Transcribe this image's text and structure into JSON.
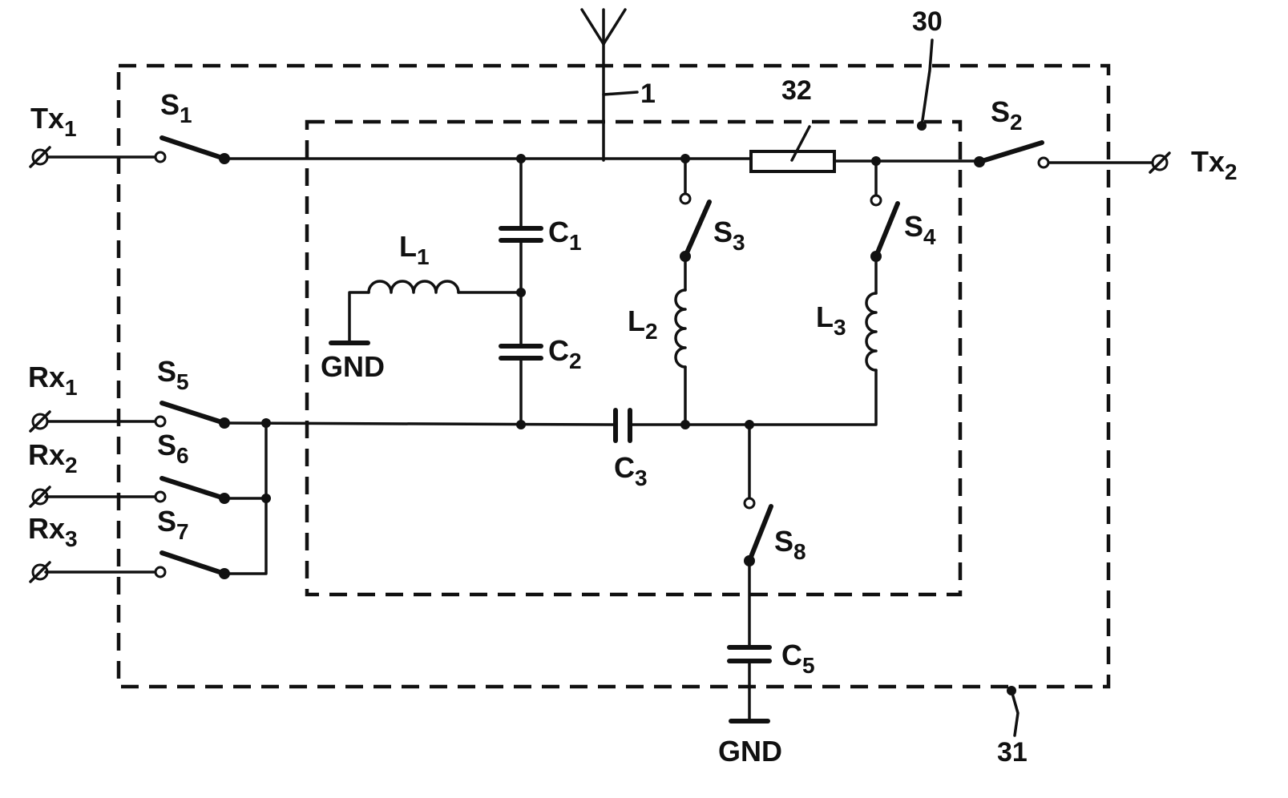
{
  "labels": {
    "tx1": {
      "main": "Tx",
      "sub": "1"
    },
    "tx2": {
      "main": "Tx",
      "sub": "2"
    },
    "rx1": {
      "main": "Rx",
      "sub": "1"
    },
    "rx2": {
      "main": "Rx",
      "sub": "2"
    },
    "rx3": {
      "main": "Rx",
      "sub": "3"
    },
    "s1": {
      "main": "S",
      "sub": "1"
    },
    "s2": {
      "main": "S",
      "sub": "2"
    },
    "s3": {
      "main": "S",
      "sub": "3"
    },
    "s4": {
      "main": "S",
      "sub": "4"
    },
    "s5": {
      "main": "S",
      "sub": "5"
    },
    "s6": {
      "main": "S",
      "sub": "6"
    },
    "s7": {
      "main": "S",
      "sub": "7"
    },
    "s8": {
      "main": "S",
      "sub": "8"
    },
    "c1": {
      "main": "C",
      "sub": "1"
    },
    "c2": {
      "main": "C",
      "sub": "2"
    },
    "c3": {
      "main": "C",
      "sub": "3"
    },
    "c5": {
      "main": "C",
      "sub": "5"
    },
    "l1": {
      "main": "L",
      "sub": "1"
    },
    "l2": {
      "main": "L",
      "sub": "2"
    },
    "l3": {
      "main": "L",
      "sub": "3"
    },
    "gnd1": "GND",
    "gnd2": "GND",
    "ref1": "1",
    "ref30": "30",
    "ref31": "31",
    "ref32": "32"
  }
}
